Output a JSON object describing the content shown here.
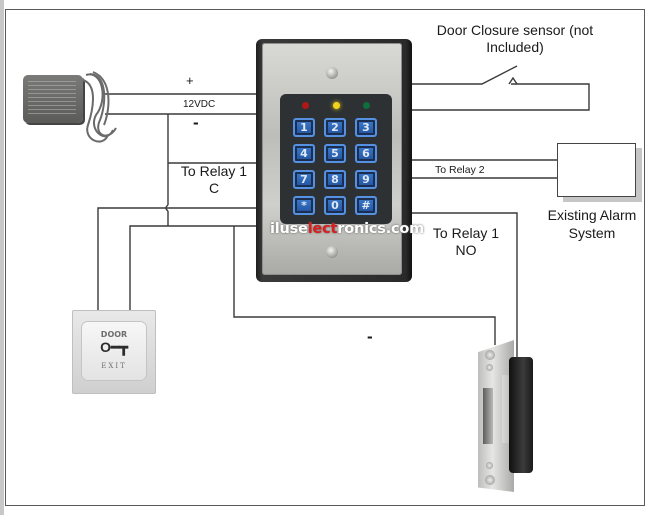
{
  "diagram": {
    "title": "Keypad access control wiring diagram",
    "components": {
      "power_adapter": {
        "name": "12VDC power adapter"
      },
      "keypad": {
        "name": "Standalone keypad",
        "leds": [
          {
            "name": "red",
            "color": "#b01818"
          },
          {
            "name": "yellow",
            "color": "#f2d21c"
          },
          {
            "name": "green",
            "color": "#0e6e3e"
          }
        ],
        "keys": [
          "1",
          "2",
          "3",
          "4",
          "5",
          "6",
          "7",
          "8",
          "9",
          "*",
          "0",
          "#"
        ],
        "watermark_parts": [
          "iluse",
          "lect",
          "ronics.com"
        ]
      },
      "exit_button": {
        "top_text": "DOOR",
        "key_glyph": "O━┳",
        "bottom_text": "EXIT"
      },
      "door_sensor": {
        "label": "Door Closure sensor (not Included)",
        "label_line1": "Door Closure sensor (not",
        "label_line2": "Included)"
      },
      "alarm_system": {
        "label_line1": "Existing Alarm",
        "label_line2": "System"
      },
      "electric_strike": {
        "name": "Electric door strike"
      }
    },
    "labels": {
      "plus": "+",
      "voltage": "12VDC",
      "minus": "-",
      "relay1_c_line1": "To Relay 1",
      "relay1_c_line2": "C",
      "relay2": "To Relay 2",
      "relay1_no_line1": "To Relay 1",
      "relay1_no_line2": "NO",
      "strike_minus": "-"
    },
    "colors": {
      "wire": "#3a3a3a",
      "watermark_accent": "#d81e1e",
      "key_blue": "#2f66b8"
    }
  }
}
